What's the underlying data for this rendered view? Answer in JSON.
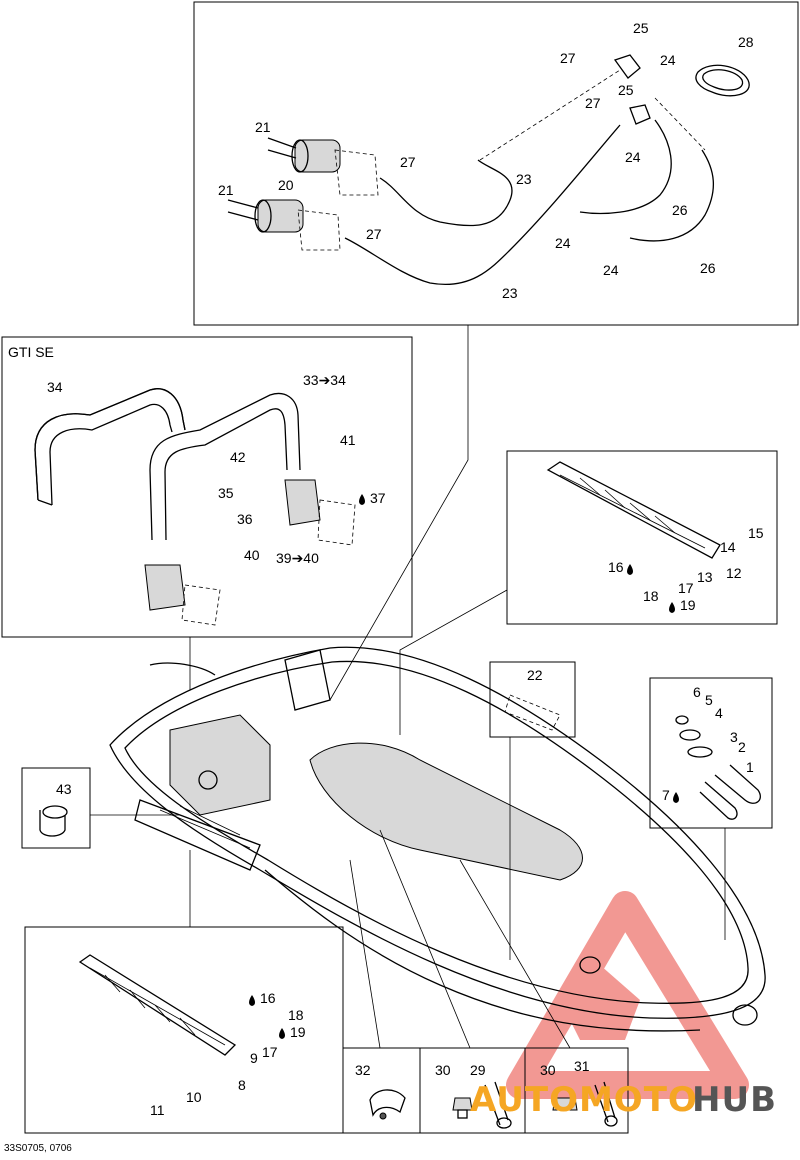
{
  "panels": {
    "gti_se_title": "GTI SE"
  },
  "callouts": [
    {
      "id": "c1",
      "text": "1"
    },
    {
      "id": "c2",
      "text": "2"
    },
    {
      "id": "c3",
      "text": "3"
    },
    {
      "id": "c4",
      "text": "4"
    },
    {
      "id": "c5",
      "text": "5"
    },
    {
      "id": "c6",
      "text": "6"
    },
    {
      "id": "c7",
      "text": "7"
    },
    {
      "id": "c8",
      "text": "8"
    },
    {
      "id": "c9",
      "text": "9"
    },
    {
      "id": "c10",
      "text": "10"
    },
    {
      "id": "c11",
      "text": "11"
    },
    {
      "id": "c12",
      "text": "12"
    },
    {
      "id": "c13",
      "text": "13"
    },
    {
      "id": "c14",
      "text": "14"
    },
    {
      "id": "c15",
      "text": "15"
    },
    {
      "id": "c16a",
      "text": "16"
    },
    {
      "id": "c16b",
      "text": "16"
    },
    {
      "id": "c17a",
      "text": "17"
    },
    {
      "id": "c17b",
      "text": "17"
    },
    {
      "id": "c18a",
      "text": "18"
    },
    {
      "id": "c18b",
      "text": "18"
    },
    {
      "id": "c19a",
      "text": "19"
    },
    {
      "id": "c19b",
      "text": "19"
    },
    {
      "id": "c20",
      "text": "20"
    },
    {
      "id": "c21a",
      "text": "21"
    },
    {
      "id": "c21b",
      "text": "21"
    },
    {
      "id": "c22",
      "text": "22"
    },
    {
      "id": "c23a",
      "text": "23"
    },
    {
      "id": "c23b",
      "text": "23"
    },
    {
      "id": "c24a",
      "text": "24"
    },
    {
      "id": "c24b",
      "text": "24"
    },
    {
      "id": "c24c",
      "text": "24"
    },
    {
      "id": "c24d",
      "text": "24"
    },
    {
      "id": "c25a",
      "text": "25"
    },
    {
      "id": "c25b",
      "text": "25"
    },
    {
      "id": "c26a",
      "text": "26"
    },
    {
      "id": "c26b",
      "text": "26"
    },
    {
      "id": "c27a",
      "text": "27"
    },
    {
      "id": "c27b",
      "text": "27"
    },
    {
      "id": "c27c",
      "text": "27"
    },
    {
      "id": "c27d",
      "text": "27"
    },
    {
      "id": "c28",
      "text": "28"
    },
    {
      "id": "c29",
      "text": "29"
    },
    {
      "id": "c30a",
      "text": "30"
    },
    {
      "id": "c30b",
      "text": "30"
    },
    {
      "id": "c31",
      "text": "31"
    },
    {
      "id": "c32",
      "text": "32"
    },
    {
      "id": "c33",
      "text": "33➔34"
    },
    {
      "id": "c34",
      "text": "34"
    },
    {
      "id": "c35",
      "text": "35"
    },
    {
      "id": "c36",
      "text": "36"
    },
    {
      "id": "c37",
      "text": "37"
    },
    {
      "id": "c39",
      "text": "39➔40"
    },
    {
      "id": "c40",
      "text": "40"
    },
    {
      "id": "c41",
      "text": "41"
    },
    {
      "id": "c42",
      "text": "42"
    },
    {
      "id": "c43",
      "text": "43"
    }
  ],
  "footer": {
    "code": "33S0705, 0706"
  },
  "brand": {
    "word1": "AUTOMOTO",
    "word2": "HUB",
    "accent": "#f5a623",
    "triangle_color": "#e8453c"
  }
}
